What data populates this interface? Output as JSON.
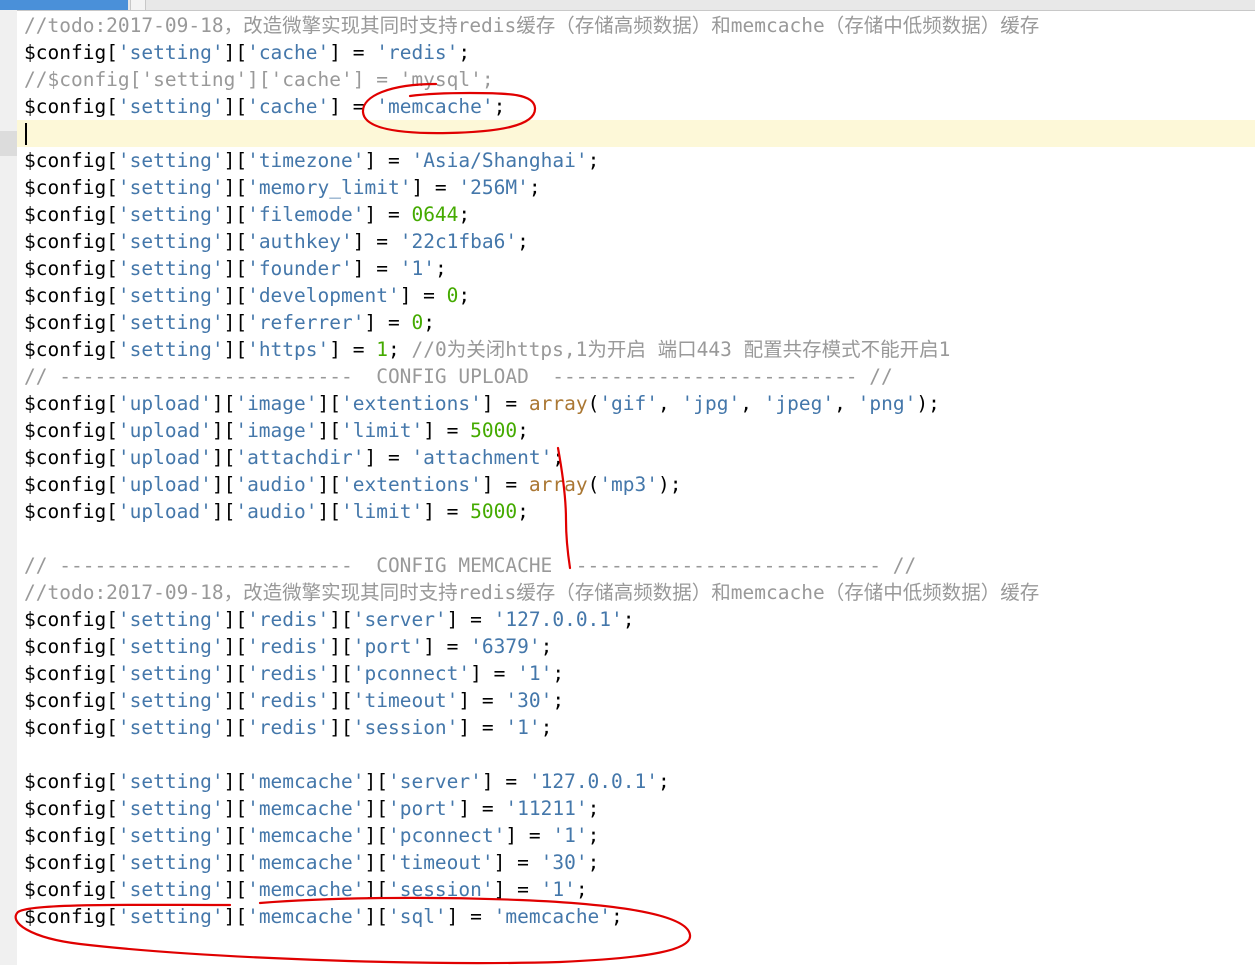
{
  "editor": {
    "highlighted_line": 4,
    "colors": {
      "comment": "#999999",
      "string": "#4477aa",
      "number": "#44aa00",
      "function": "#aa7733",
      "plain": "#000000",
      "current_line": "#fdf8d8",
      "annotation": "#e00000"
    },
    "lines": [
      [
        {
          "t": "cmt",
          "v": "//todo:2017-09-18，改造微擎实现其同时支持redis缓存（存储高频数据）和memcache（存储中低频数据）缓存"
        }
      ],
      [
        {
          "t": "pl",
          "v": "$config["
        },
        {
          "t": "str",
          "v": "'setting'"
        },
        {
          "t": "pl",
          "v": "]["
        },
        {
          "t": "str",
          "v": "'cache'"
        },
        {
          "t": "pl",
          "v": "] = "
        },
        {
          "t": "str",
          "v": "'redis'"
        },
        {
          "t": "pl",
          "v": ";"
        }
      ],
      [
        {
          "t": "cmt",
          "v": "//$config['setting']['cache'] = 'mysql';"
        }
      ],
      [
        {
          "t": "pl",
          "v": "$config["
        },
        {
          "t": "str",
          "v": "'setting'"
        },
        {
          "t": "pl",
          "v": "]["
        },
        {
          "t": "str",
          "v": "'cache'"
        },
        {
          "t": "pl",
          "v": "] = "
        },
        {
          "t": "str",
          "v": "'memcache'"
        },
        {
          "t": "pl",
          "v": ";"
        }
      ],
      [],
      [
        {
          "t": "pl",
          "v": "$config["
        },
        {
          "t": "str",
          "v": "'setting'"
        },
        {
          "t": "pl",
          "v": "]["
        },
        {
          "t": "str",
          "v": "'timezone'"
        },
        {
          "t": "pl",
          "v": "] = "
        },
        {
          "t": "str",
          "v": "'Asia/Shanghai'"
        },
        {
          "t": "pl",
          "v": ";"
        }
      ],
      [
        {
          "t": "pl",
          "v": "$config["
        },
        {
          "t": "str",
          "v": "'setting'"
        },
        {
          "t": "pl",
          "v": "]["
        },
        {
          "t": "str",
          "v": "'memory_limit'"
        },
        {
          "t": "pl",
          "v": "] = "
        },
        {
          "t": "str",
          "v": "'256M'"
        },
        {
          "t": "pl",
          "v": ";"
        }
      ],
      [
        {
          "t": "pl",
          "v": "$config["
        },
        {
          "t": "str",
          "v": "'setting'"
        },
        {
          "t": "pl",
          "v": "]["
        },
        {
          "t": "str",
          "v": "'filemode'"
        },
        {
          "t": "pl",
          "v": "] = "
        },
        {
          "t": "num",
          "v": "0644"
        },
        {
          "t": "pl",
          "v": ";"
        }
      ],
      [
        {
          "t": "pl",
          "v": "$config["
        },
        {
          "t": "str",
          "v": "'setting'"
        },
        {
          "t": "pl",
          "v": "]["
        },
        {
          "t": "str",
          "v": "'authkey'"
        },
        {
          "t": "pl",
          "v": "] = "
        },
        {
          "t": "str",
          "v": "'22c1fba6'"
        },
        {
          "t": "pl",
          "v": ";"
        }
      ],
      [
        {
          "t": "pl",
          "v": "$config["
        },
        {
          "t": "str",
          "v": "'setting'"
        },
        {
          "t": "pl",
          "v": "]["
        },
        {
          "t": "str",
          "v": "'founder'"
        },
        {
          "t": "pl",
          "v": "] = "
        },
        {
          "t": "str",
          "v": "'1'"
        },
        {
          "t": "pl",
          "v": ";"
        }
      ],
      [
        {
          "t": "pl",
          "v": "$config["
        },
        {
          "t": "str",
          "v": "'setting'"
        },
        {
          "t": "pl",
          "v": "]["
        },
        {
          "t": "str",
          "v": "'development'"
        },
        {
          "t": "pl",
          "v": "] = "
        },
        {
          "t": "num",
          "v": "0"
        },
        {
          "t": "pl",
          "v": ";"
        }
      ],
      [
        {
          "t": "pl",
          "v": "$config["
        },
        {
          "t": "str",
          "v": "'setting'"
        },
        {
          "t": "pl",
          "v": "]["
        },
        {
          "t": "str",
          "v": "'referrer'"
        },
        {
          "t": "pl",
          "v": "] = "
        },
        {
          "t": "num",
          "v": "0"
        },
        {
          "t": "pl",
          "v": ";"
        }
      ],
      [
        {
          "t": "pl",
          "v": "$config["
        },
        {
          "t": "str",
          "v": "'setting'"
        },
        {
          "t": "pl",
          "v": "]["
        },
        {
          "t": "str",
          "v": "'https'"
        },
        {
          "t": "pl",
          "v": "] = "
        },
        {
          "t": "num",
          "v": "1"
        },
        {
          "t": "pl",
          "v": "; "
        },
        {
          "t": "cmt",
          "v": "//0为关闭https,1为开启 端口443 配置共存模式不能开启1"
        }
      ],
      [
        {
          "t": "cmt",
          "v": "// -------------------------  CONFIG UPLOAD  -------------------------- //"
        }
      ],
      [
        {
          "t": "pl",
          "v": "$config["
        },
        {
          "t": "str",
          "v": "'upload'"
        },
        {
          "t": "pl",
          "v": "]["
        },
        {
          "t": "str",
          "v": "'image'"
        },
        {
          "t": "pl",
          "v": "]["
        },
        {
          "t": "str",
          "v": "'extentions'"
        },
        {
          "t": "pl",
          "v": "] = "
        },
        {
          "t": "fn",
          "v": "array"
        },
        {
          "t": "pl",
          "v": "("
        },
        {
          "t": "str",
          "v": "'gif'"
        },
        {
          "t": "pl",
          "v": ", "
        },
        {
          "t": "str",
          "v": "'jpg'"
        },
        {
          "t": "pl",
          "v": ", "
        },
        {
          "t": "str",
          "v": "'jpeg'"
        },
        {
          "t": "pl",
          "v": ", "
        },
        {
          "t": "str",
          "v": "'png'"
        },
        {
          "t": "pl",
          "v": ");"
        }
      ],
      [
        {
          "t": "pl",
          "v": "$config["
        },
        {
          "t": "str",
          "v": "'upload'"
        },
        {
          "t": "pl",
          "v": "]["
        },
        {
          "t": "str",
          "v": "'image'"
        },
        {
          "t": "pl",
          "v": "]["
        },
        {
          "t": "str",
          "v": "'limit'"
        },
        {
          "t": "pl",
          "v": "] = "
        },
        {
          "t": "num",
          "v": "5000"
        },
        {
          "t": "pl",
          "v": ";"
        }
      ],
      [
        {
          "t": "pl",
          "v": "$config["
        },
        {
          "t": "str",
          "v": "'upload'"
        },
        {
          "t": "pl",
          "v": "]["
        },
        {
          "t": "str",
          "v": "'attachdir'"
        },
        {
          "t": "pl",
          "v": "] = "
        },
        {
          "t": "str",
          "v": "'attachment'"
        },
        {
          "t": "pl",
          "v": ";"
        }
      ],
      [
        {
          "t": "pl",
          "v": "$config["
        },
        {
          "t": "str",
          "v": "'upload'"
        },
        {
          "t": "pl",
          "v": "]["
        },
        {
          "t": "str",
          "v": "'audio'"
        },
        {
          "t": "pl",
          "v": "]["
        },
        {
          "t": "str",
          "v": "'extentions'"
        },
        {
          "t": "pl",
          "v": "] = "
        },
        {
          "t": "fn",
          "v": "array"
        },
        {
          "t": "pl",
          "v": "("
        },
        {
          "t": "str",
          "v": "'mp3'"
        },
        {
          "t": "pl",
          "v": ");"
        }
      ],
      [
        {
          "t": "pl",
          "v": "$config["
        },
        {
          "t": "str",
          "v": "'upload'"
        },
        {
          "t": "pl",
          "v": "]["
        },
        {
          "t": "str",
          "v": "'audio'"
        },
        {
          "t": "pl",
          "v": "]["
        },
        {
          "t": "str",
          "v": "'limit'"
        },
        {
          "t": "pl",
          "v": "] = "
        },
        {
          "t": "num",
          "v": "5000"
        },
        {
          "t": "pl",
          "v": ";"
        }
      ],
      [],
      [
        {
          "t": "cmt",
          "v": "// -------------------------  CONFIG MEMCACHE  -------------------------- //"
        }
      ],
      [
        {
          "t": "cmt",
          "v": "//todo:2017-09-18，改造微擎实现其同时支持redis缓存（存储高频数据）和memcache（存储中低频数据）缓存"
        }
      ],
      [
        {
          "t": "pl",
          "v": "$config["
        },
        {
          "t": "str",
          "v": "'setting'"
        },
        {
          "t": "pl",
          "v": "]["
        },
        {
          "t": "str",
          "v": "'redis'"
        },
        {
          "t": "pl",
          "v": "]["
        },
        {
          "t": "str",
          "v": "'server'"
        },
        {
          "t": "pl",
          "v": "] = "
        },
        {
          "t": "str",
          "v": "'127.0.0.1'"
        },
        {
          "t": "pl",
          "v": ";"
        }
      ],
      [
        {
          "t": "pl",
          "v": "$config["
        },
        {
          "t": "str",
          "v": "'setting'"
        },
        {
          "t": "pl",
          "v": "]["
        },
        {
          "t": "str",
          "v": "'redis'"
        },
        {
          "t": "pl",
          "v": "]["
        },
        {
          "t": "str",
          "v": "'port'"
        },
        {
          "t": "pl",
          "v": "] = "
        },
        {
          "t": "str",
          "v": "'6379'"
        },
        {
          "t": "pl",
          "v": ";"
        }
      ],
      [
        {
          "t": "pl",
          "v": "$config["
        },
        {
          "t": "str",
          "v": "'setting'"
        },
        {
          "t": "pl",
          "v": "]["
        },
        {
          "t": "str",
          "v": "'redis'"
        },
        {
          "t": "pl",
          "v": "]["
        },
        {
          "t": "str",
          "v": "'pconnect'"
        },
        {
          "t": "pl",
          "v": "] = "
        },
        {
          "t": "str",
          "v": "'1'"
        },
        {
          "t": "pl",
          "v": ";"
        }
      ],
      [
        {
          "t": "pl",
          "v": "$config["
        },
        {
          "t": "str",
          "v": "'setting'"
        },
        {
          "t": "pl",
          "v": "]["
        },
        {
          "t": "str",
          "v": "'redis'"
        },
        {
          "t": "pl",
          "v": "]["
        },
        {
          "t": "str",
          "v": "'timeout'"
        },
        {
          "t": "pl",
          "v": "] = "
        },
        {
          "t": "str",
          "v": "'30'"
        },
        {
          "t": "pl",
          "v": ";"
        }
      ],
      [
        {
          "t": "pl",
          "v": "$config["
        },
        {
          "t": "str",
          "v": "'setting'"
        },
        {
          "t": "pl",
          "v": "]["
        },
        {
          "t": "str",
          "v": "'redis'"
        },
        {
          "t": "pl",
          "v": "]["
        },
        {
          "t": "str",
          "v": "'session'"
        },
        {
          "t": "pl",
          "v": "] = "
        },
        {
          "t": "str",
          "v": "'1'"
        },
        {
          "t": "pl",
          "v": ";"
        }
      ],
      [],
      [
        {
          "t": "pl",
          "v": "$config["
        },
        {
          "t": "str",
          "v": "'setting'"
        },
        {
          "t": "pl",
          "v": "]["
        },
        {
          "t": "str",
          "v": "'memcache'"
        },
        {
          "t": "pl",
          "v": "]["
        },
        {
          "t": "str",
          "v": "'server'"
        },
        {
          "t": "pl",
          "v": "] = "
        },
        {
          "t": "str",
          "v": "'127.0.0.1'"
        },
        {
          "t": "pl",
          "v": ";"
        }
      ],
      [
        {
          "t": "pl",
          "v": "$config["
        },
        {
          "t": "str",
          "v": "'setting'"
        },
        {
          "t": "pl",
          "v": "]["
        },
        {
          "t": "str",
          "v": "'memcache'"
        },
        {
          "t": "pl",
          "v": "]["
        },
        {
          "t": "str",
          "v": "'port'"
        },
        {
          "t": "pl",
          "v": "] = "
        },
        {
          "t": "str",
          "v": "'11211'"
        },
        {
          "t": "pl",
          "v": ";"
        }
      ],
      [
        {
          "t": "pl",
          "v": "$config["
        },
        {
          "t": "str",
          "v": "'setting'"
        },
        {
          "t": "pl",
          "v": "]["
        },
        {
          "t": "str",
          "v": "'memcache'"
        },
        {
          "t": "pl",
          "v": "]["
        },
        {
          "t": "str",
          "v": "'pconnect'"
        },
        {
          "t": "pl",
          "v": "] = "
        },
        {
          "t": "str",
          "v": "'1'"
        },
        {
          "t": "pl",
          "v": ";"
        }
      ],
      [
        {
          "t": "pl",
          "v": "$config["
        },
        {
          "t": "str",
          "v": "'setting'"
        },
        {
          "t": "pl",
          "v": "]["
        },
        {
          "t": "str",
          "v": "'memcache'"
        },
        {
          "t": "pl",
          "v": "]["
        },
        {
          "t": "str",
          "v": "'timeout'"
        },
        {
          "t": "pl",
          "v": "] = "
        },
        {
          "t": "str",
          "v": "'30'"
        },
        {
          "t": "pl",
          "v": ";"
        }
      ],
      [
        {
          "t": "pl",
          "v": "$config["
        },
        {
          "t": "str",
          "v": "'setting'"
        },
        {
          "t": "pl",
          "v": "]["
        },
        {
          "t": "str",
          "v": "'memcache'"
        },
        {
          "t": "pl",
          "v": "]["
        },
        {
          "t": "str",
          "v": "'session'"
        },
        {
          "t": "pl",
          "v": "] = "
        },
        {
          "t": "str",
          "v": "'1'"
        },
        {
          "t": "pl",
          "v": ";"
        }
      ],
      [
        {
          "t": "pl",
          "v": "$config["
        },
        {
          "t": "str",
          "v": "'setting'"
        },
        {
          "t": "pl",
          "v": "]["
        },
        {
          "t": "str",
          "v": "'memcache'"
        },
        {
          "t": "pl",
          "v": "]["
        },
        {
          "t": "str",
          "v": "'sql'"
        },
        {
          "t": "pl",
          "v": "] = "
        },
        {
          "t": "str",
          "v": "'memcache'"
        },
        {
          "t": "pl",
          "v": ";"
        }
      ]
    ]
  }
}
